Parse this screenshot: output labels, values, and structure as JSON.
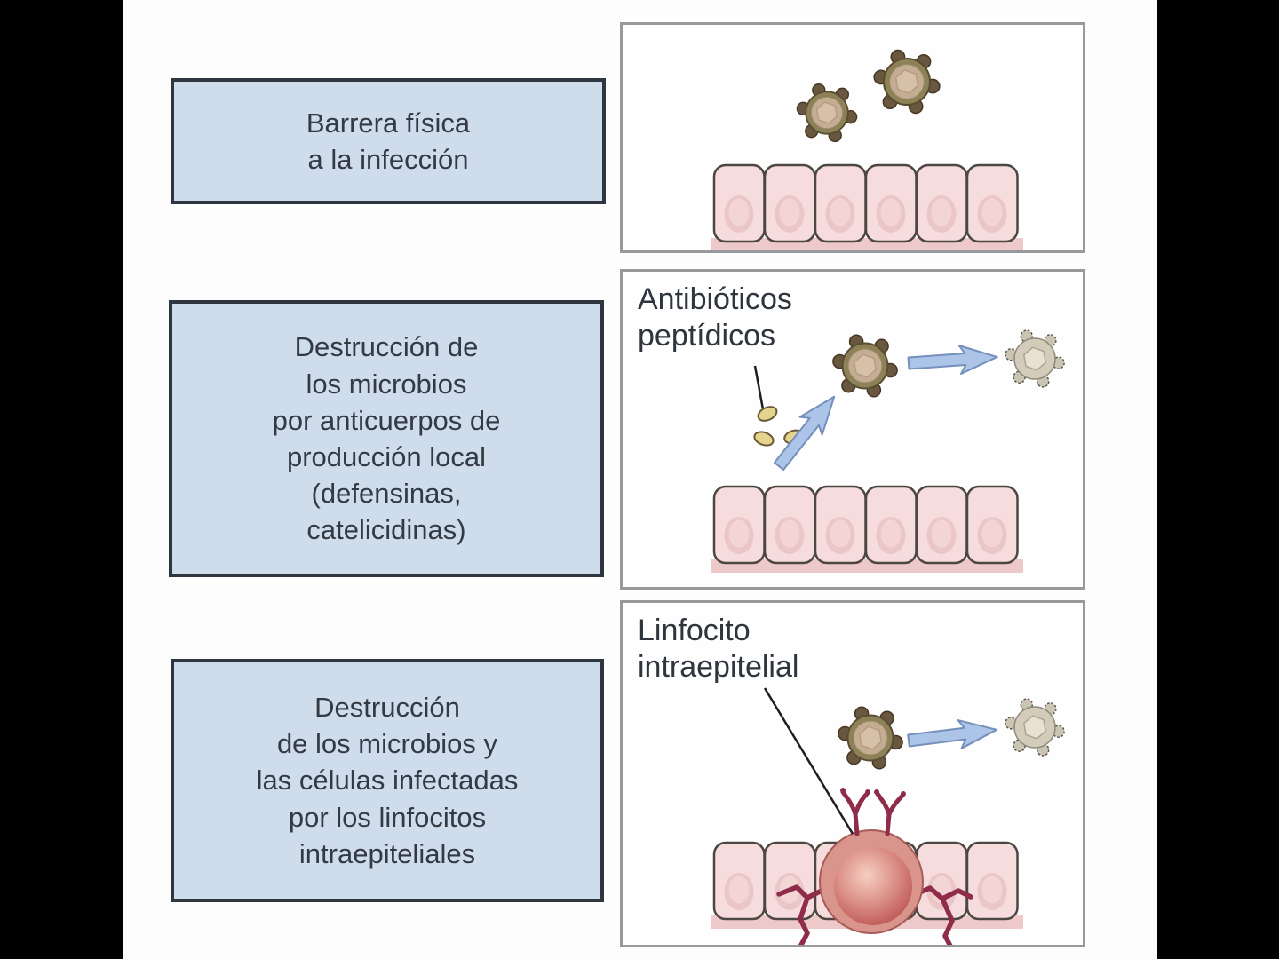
{
  "diagram": {
    "language": "es",
    "rows": [
      {
        "id": "barrier",
        "label": "Barrera física\na la infección",
        "panel_annotation": "",
        "panel_content": "two microbes above intact epithelial barrier of six cells"
      },
      {
        "id": "peptide-antibiotics",
        "label": "Destrucción de\nlos microbios\npor anticuerpos de\nproducción local\n(defensinas,\ncatelicidinas)",
        "panel_annotation": "Antibióticos\npeptídicos",
        "panel_content": "peptide granules secreted by epithelium, arrow to microbe, arrow to destroyed microbe"
      },
      {
        "id": "intraepithelial-lymphocyte",
        "label": "Destrucción\nde los microbios y\nlas células infectadas\npor los linfocitos\nintraepiteliales",
        "panel_annotation": "Linfocito\nintraepitelial",
        "panel_content": "lymphocyte embedded in epithelium binding microbe with receptors, arrow to destroyed microbe"
      }
    ],
    "colors": {
      "letterbox": "#000000",
      "background": "#fdfdfd",
      "box_fill": "#cfdcec",
      "box_border": "#2e3640",
      "box_text": "#343a43",
      "panel_border": "#97999d",
      "microbe_knob": "#6a573f",
      "microbe_ring": "#8d8157",
      "microbe_core": "#c4ad93",
      "microbe_hex": "#d6c0a8",
      "dead_microbe_body": "#d4ccba",
      "dead_microbe_hex": "#e8e1d1",
      "epithelial_fill": "#f6dcdc",
      "epithelial_stroke": "#4d4742",
      "nucleus_fill": "#eac6c6",
      "base_strip": "#eec9c9",
      "arrow_fill": "#abc4e8",
      "arrow_stroke": "#7590bb",
      "peptide_fill": "#e5d48d",
      "peptide_stroke": "#6a5a35",
      "lymphocyte_rim": "#d9948c",
      "lymphocyte_light": "#f6cfc2",
      "lymphocyte_dark": "#ad4b4b",
      "receptor": "#8e2c4a",
      "pointer_line": "#1e1e1e"
    }
  }
}
